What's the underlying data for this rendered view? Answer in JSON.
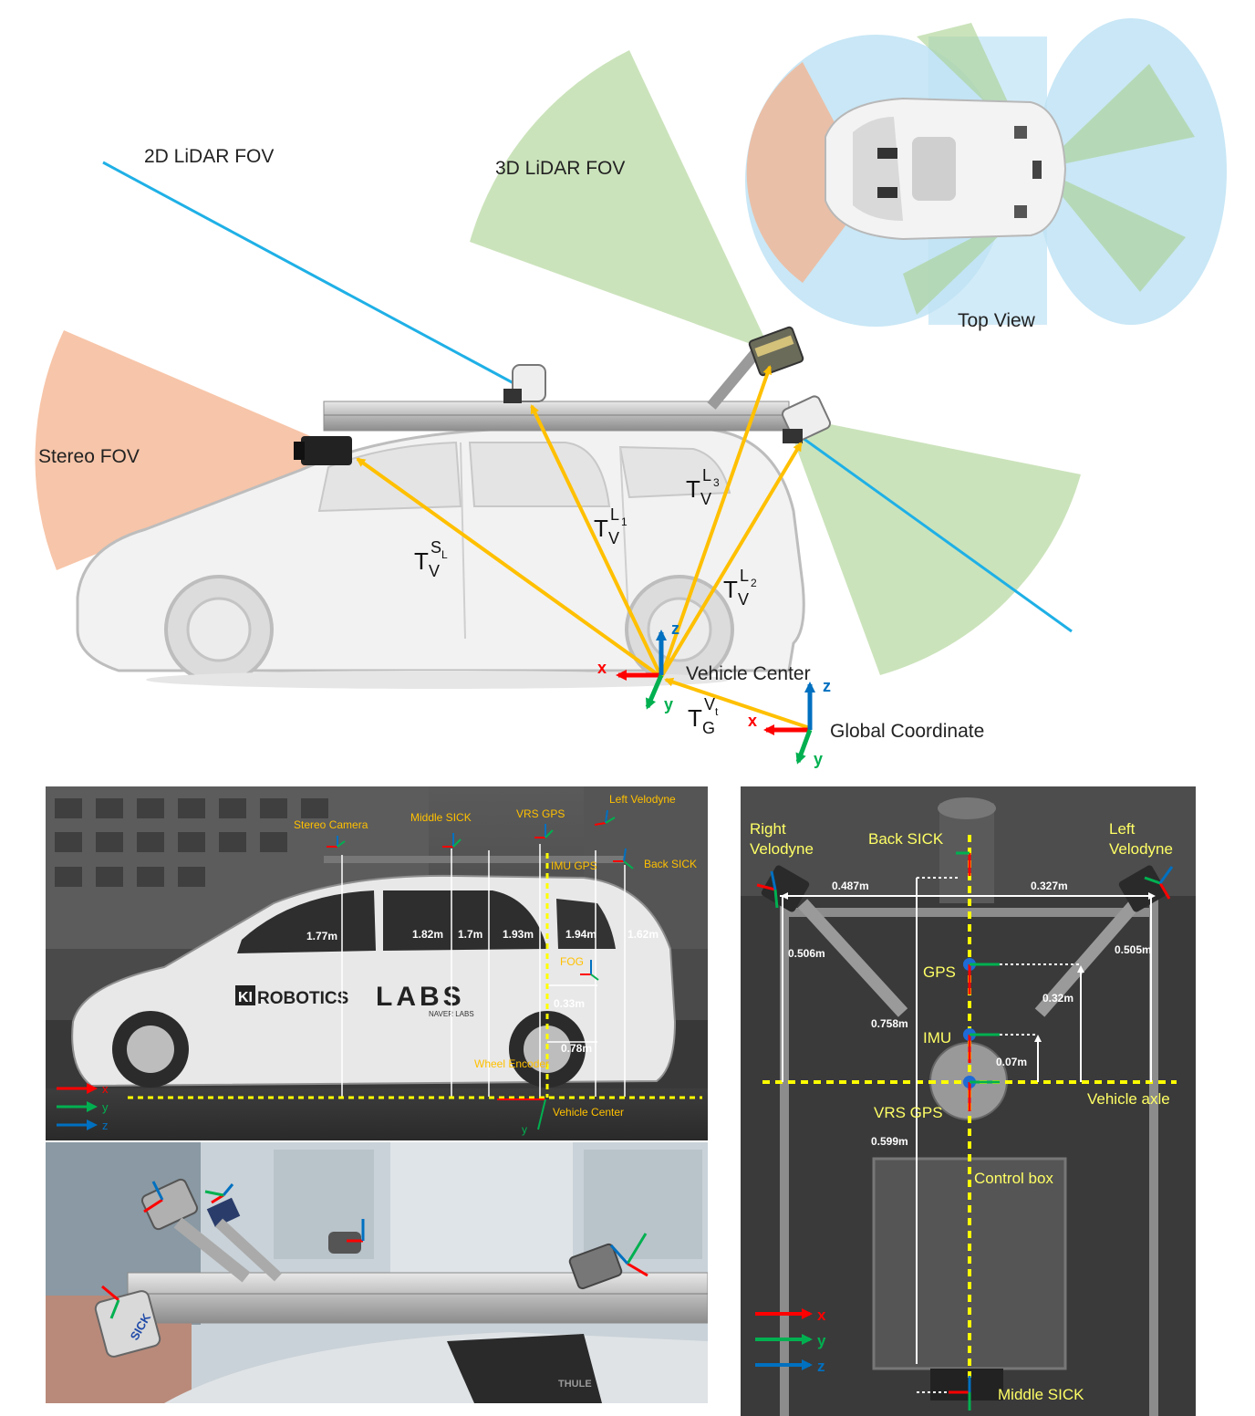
{
  "top_diagram": {
    "labels": {
      "lidar2d_fov": "2D LiDAR FOV",
      "lidar3d_fov": "3D LiDAR FOV",
      "top_view": "Top View",
      "stereo_fov": "Stereo FOV",
      "vehicle_center": "Vehicle Center",
      "global_coordinate": "Global Coordinate"
    },
    "transforms": {
      "t_base": "T",
      "stereo": {
        "sub": "V",
        "sup": "S",
        "sup_sub": "L"
      },
      "lidar1": {
        "sub": "V",
        "sup": "L",
        "sup_sub": "1"
      },
      "lidar2": {
        "sub": "V",
        "sup": "L",
        "sup_sub": "2"
      },
      "lidar3": {
        "sub": "V",
        "sup": "L",
        "sup_sub": "3"
      },
      "global": {
        "sub": "G",
        "sup": "V",
        "sup_sub": "t"
      }
    },
    "axes": {
      "x": "x",
      "y": "y",
      "z": "z"
    },
    "colors": {
      "stereo_fov": "#f4b18c",
      "lidar3d_fov": "#a9d18e",
      "lidar2d_line": "#1fb0e6",
      "top_view_blue": "#bfe3f5",
      "arrow": "#ffc000",
      "x_axis": "#ff0000",
      "y_axis": "#00b050",
      "z_axis": "#0070c0"
    }
  },
  "side_photo": {
    "sensor_labels": {
      "stereo_camera": "Stereo Camera",
      "middle_sick": "Middle SICK",
      "vrs_gps": "VRS GPS",
      "left_velodyne": "Left Velodyne",
      "imu_gps": "IMU GPS",
      "back_sick": "Back SICK",
      "fog": "FOG",
      "wheel_encoder": "Wheel Encoder",
      "vehicle_center": "Vehicle Center"
    },
    "heights": [
      "1.77m",
      "1.82m",
      "1.7m",
      "1.93m",
      "1.94m",
      "1.62m"
    ],
    "offsets": [
      "0.33m",
      "0.78m"
    ],
    "car_text": {
      "brand1": "ROBOTICS",
      "brand1_prefix": "KI",
      "brand2": "LABS",
      "brand2_sub": "NAVER LABS"
    },
    "legend": [
      "x",
      "y",
      "z"
    ]
  },
  "rack_photo": {
    "sick_text": "SICK",
    "truck_text": "THULE"
  },
  "top_photo": {
    "labels": {
      "right_velodyne_1": "Right",
      "right_velodyne_2": "Velodyne",
      "back_sick": "Back SICK",
      "left_velodyne_1": "Left",
      "left_velodyne_2": "Velodyne",
      "gps": "GPS",
      "imu": "IMU",
      "vrs_gps": "VRS GPS",
      "vehicle_axle": "Vehicle axle",
      "control_box": "Control box",
      "middle_sick": "Middle SICK"
    },
    "distances": {
      "left_span": "0.487m",
      "right_span": "0.327m",
      "right_vel": "0.506m",
      "left_vel": "0.505m",
      "imu_long": "0.758m",
      "gps_off": "0.32m",
      "imu_off": "0.07m",
      "middle_sick": "0.599m"
    },
    "legend": [
      "x",
      "y",
      "z"
    ]
  }
}
